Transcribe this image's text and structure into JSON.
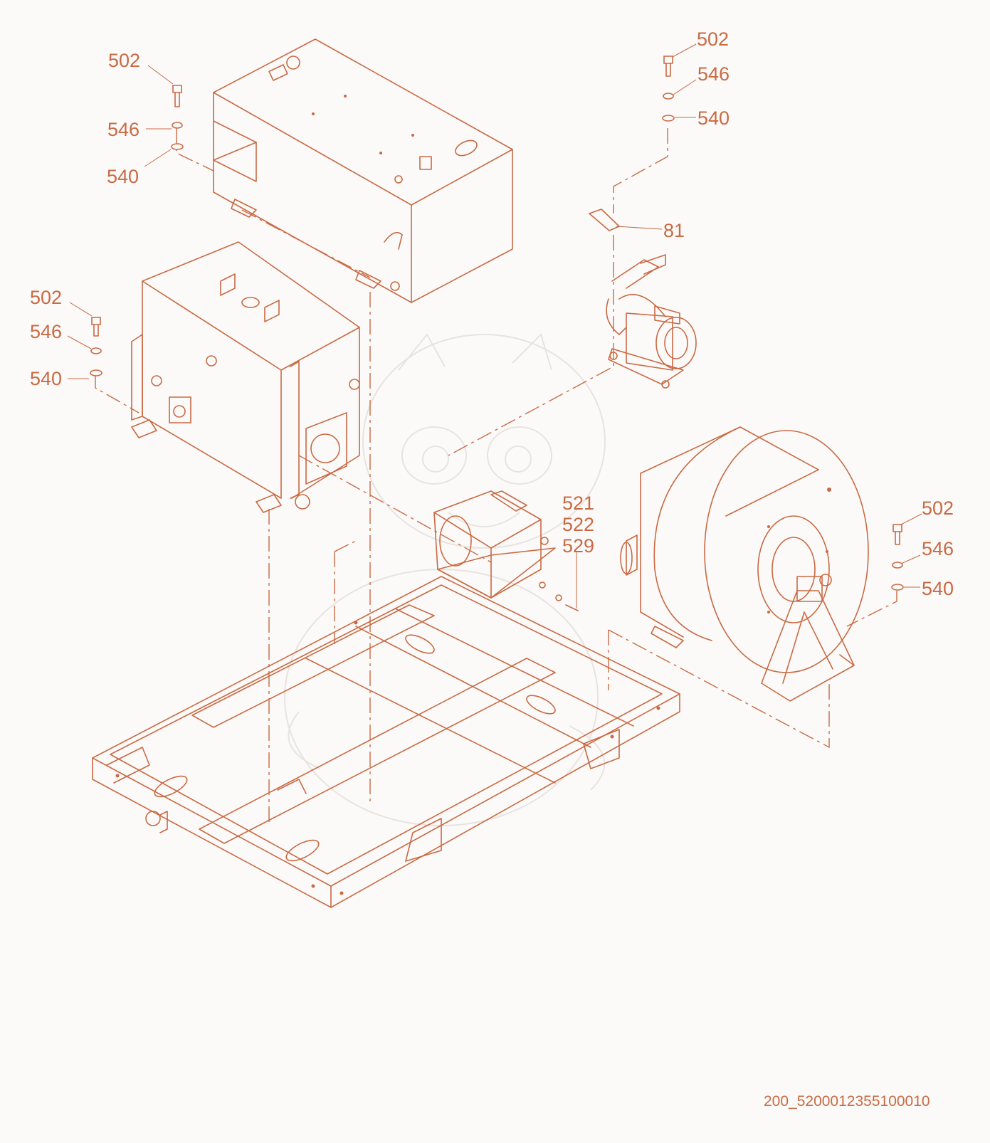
{
  "colors": {
    "line": "#c96a43",
    "background": "#fbfaf9",
    "watermark": "#e8e3df"
  },
  "callouts": {
    "top_left": {
      "bolt": "502",
      "lock_washer": "546",
      "flat_washer": "540"
    },
    "mid_left": {
      "bolt": "502",
      "lock_washer": "546",
      "flat_washer": "540"
    },
    "top_right": {
      "bolt": "502",
      "lock_washer": "546",
      "flat_washer": "540",
      "bracket": "81"
    },
    "reel_right": {
      "bolt": "502",
      "lock_washer": "546",
      "flat_washer": "540"
    },
    "motor": {
      "a": "521",
      "b": "522",
      "c": "529"
    }
  },
  "drawing_number": "200_5200012355100010"
}
